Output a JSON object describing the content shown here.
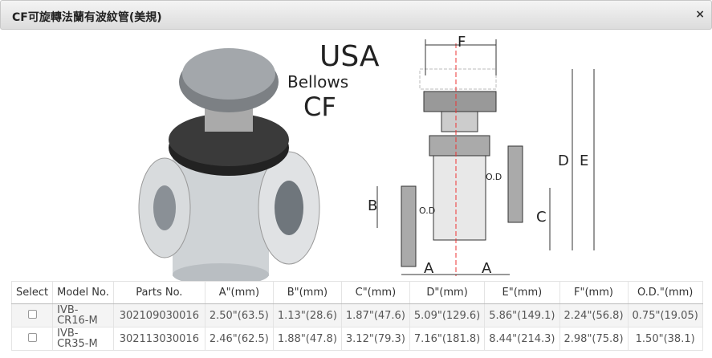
{
  "window": {
    "title": "CF可旋轉法蘭有波紋管(美規)",
    "close_icon": "×"
  },
  "figure": {
    "brand_lines": [
      "USA",
      "Bellows",
      "CF"
    ],
    "dims": {
      "F": "F",
      "D": "D",
      "E": "E",
      "B": "B",
      "C": "C",
      "A1": "A",
      "A2": "A",
      "OD1": "O.D",
      "OD2": "O.D"
    }
  },
  "table": {
    "headers": [
      "Select",
      "Model No.",
      "Parts No.",
      "A\"(mm)",
      "B\"(mm)",
      "C\"(mm)",
      "D\"(mm)",
      "E\"(mm)",
      "F\"(mm)",
      "O.D.\"(mm)"
    ],
    "rows": [
      {
        "model": "IVB-CR16-M",
        "parts": "302109030016",
        "a": "2.50\"(63.5)",
        "b": "1.13\"(28.6)",
        "c": "1.87\"(47.6)",
        "d": "5.09\"(129.6)",
        "e": "5.86\"(149.1)",
        "f": "2.24\"(56.8)",
        "od": "0.75\"(19.05)"
      },
      {
        "model": "IVB-CR35-M",
        "parts": "302113030016",
        "a": "2.46\"(62.5)",
        "b": "1.88\"(47.8)",
        "c": "3.12\"(79.3)",
        "d": "7.16\"(181.8)",
        "e": "8.44\"(214.3)",
        "f": "2.98\"(75.8)",
        "od": "1.50\"(38.1)"
      }
    ]
  }
}
